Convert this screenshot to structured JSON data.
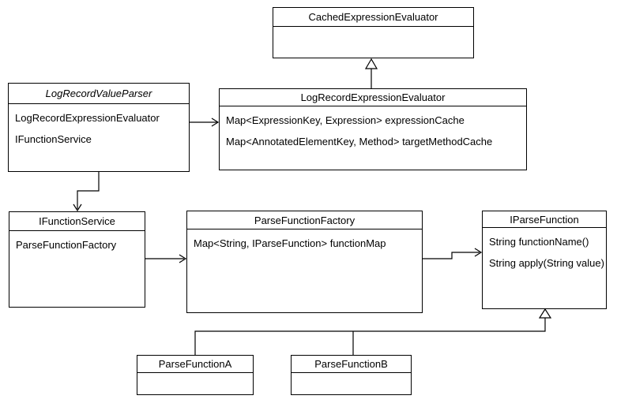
{
  "diagram": {
    "background_color": "#ffffff",
    "line_color": "#000000",
    "classes": [
      {
        "id": "cached-expression-evaluator",
        "name": "CachedExpressionEvaluator",
        "abstract": false,
        "members": []
      },
      {
        "id": "log-record-value-parser",
        "name": "LogRecordValueParser",
        "abstract": true,
        "members": [
          "LogRecordExpressionEvaluator",
          "IFunctionService"
        ]
      },
      {
        "id": "log-record-expression-evaluator",
        "name": "LogRecordExpressionEvaluator",
        "abstract": false,
        "members": [
          "Map<ExpressionKey, Expression> expressionCache",
          "Map<AnnotatedElementKey, Method> targetMethodCache"
        ]
      },
      {
        "id": "i-function-service",
        "name": "IFunctionService",
        "abstract": false,
        "members": [
          "ParseFunctionFactory"
        ]
      },
      {
        "id": "parse-function-factory",
        "name": "ParseFunctionFactory",
        "abstract": false,
        "members": [
          "Map<String, IParseFunction> functionMap"
        ]
      },
      {
        "id": "i-parse-function",
        "name": "IParseFunction",
        "abstract": false,
        "members": [
          "String functionName()",
          "String apply(String value)"
        ]
      },
      {
        "id": "parse-function-a",
        "name": "ParseFunctionA",
        "abstract": false,
        "members": []
      },
      {
        "id": "parse-function-b",
        "name": "ParseFunctionB",
        "abstract": false,
        "members": []
      }
    ],
    "relationships": [
      {
        "type": "generalization",
        "from": "LogRecordExpressionEvaluator",
        "to": "CachedExpressionEvaluator"
      },
      {
        "type": "association",
        "from": "LogRecordValueParser",
        "to": "LogRecordExpressionEvaluator"
      },
      {
        "type": "association",
        "from": "LogRecordValueParser",
        "to": "IFunctionService"
      },
      {
        "type": "association",
        "from": "IFunctionService",
        "to": "ParseFunctionFactory"
      },
      {
        "type": "association",
        "from": "ParseFunctionFactory",
        "to": "IParseFunction"
      },
      {
        "type": "generalization",
        "from": "ParseFunctionA",
        "to": "IParseFunction"
      },
      {
        "type": "generalization",
        "from": "ParseFunctionB",
        "to": "IParseFunction"
      }
    ]
  }
}
